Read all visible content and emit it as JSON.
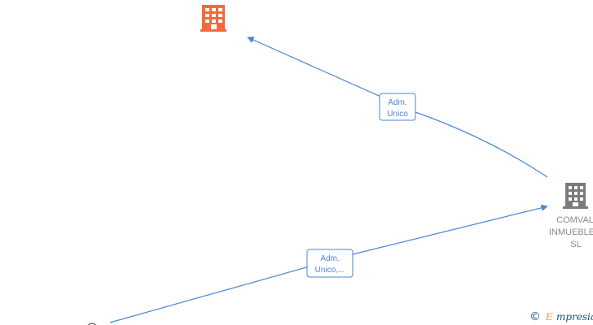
{
  "colors": {
    "edge": "#4a86d4",
    "company_highlight": "#f26a3d",
    "company_default": "#7a7a7a",
    "node_label": "#8a8a8a",
    "watermark_text": "#1f4e79",
    "watermark_accent": "#f0a020"
  },
  "nodes": [
    {
      "id": "top-company",
      "icon": "building-icon",
      "type": "company",
      "highlight": true,
      "label_lines": []
    },
    {
      "id": "comval",
      "icon": "building-icon",
      "type": "company",
      "highlight": false,
      "label_lines": [
        "COMVAL",
        "INMUEBLE",
        "SL"
      ]
    },
    {
      "id": "bottom-person",
      "icon": "person-icon",
      "type": "person",
      "highlight": false,
      "label_lines": []
    }
  ],
  "edges": [
    {
      "id": "edge-comval-top",
      "from": "comval",
      "to": "top-company",
      "label_lines": [
        "Adm.",
        "Unico"
      ]
    },
    {
      "id": "edge-person-comval",
      "from": "bottom-person",
      "to": "comval",
      "label_lines": [
        "Adm.",
        "Unico,..."
      ]
    }
  ],
  "watermark": {
    "copyright_symbol": "©",
    "brand_initial": "E",
    "brand_rest": "mpresia"
  }
}
